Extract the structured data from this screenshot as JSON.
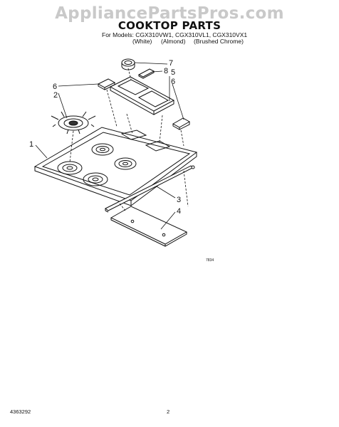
{
  "watermark": "AppliancePartsPros.com",
  "header": {
    "title": "COOKTOP PARTS",
    "models_line": "For Models: CGX310VW1, CGX310VL1, CGX310VX1",
    "variants": [
      "(White)",
      "(Almond)",
      "(Brushed Chrome)"
    ]
  },
  "callouts": [
    "1",
    "2",
    "3",
    "4",
    "5",
    "6",
    "6",
    "7",
    "8"
  ],
  "diagram_code": "7834",
  "footer": {
    "doc_number": "4363292",
    "page_number": "2"
  }
}
